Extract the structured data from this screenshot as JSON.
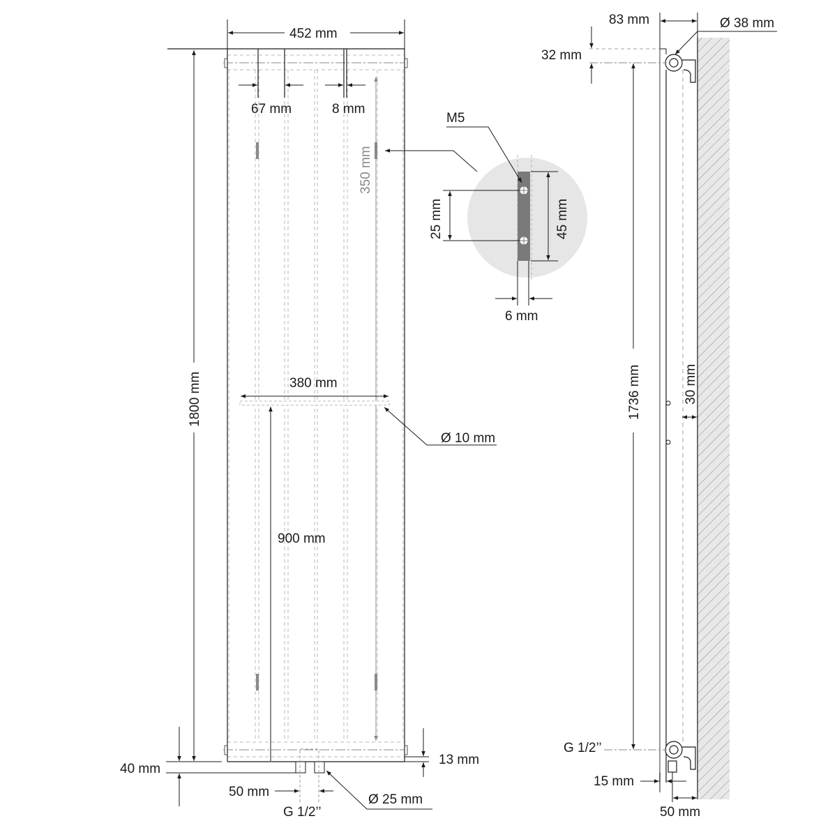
{
  "diagram": {
    "type": "technical-drawing",
    "subject": "vertical panel radiator dimensions",
    "colors": {
      "line": "#1a1a1a",
      "hidden_line": "#b5b5b5",
      "detail_circle": "#e6e6e6",
      "bracket": "#7a7a7a",
      "wall_hatch_bg": "#e8e8e8"
    }
  },
  "front_view": {
    "width_label": "452 mm",
    "height_label": "1800 mm",
    "column_spacing_label": "67 mm",
    "column_width_label": "8 mm",
    "bracket_spacing_label": "350 mm",
    "rail_width_label": "380 mm",
    "rail_height_label": "900 mm",
    "rail_diameter_label": "Ø 10 mm",
    "floor_clearance_label": "40 mm",
    "bottom_offset_label": "13 mm",
    "connection_spacing_label": "50 mm",
    "connection_thread_label": "G 1/2’’",
    "connection_diameter_label": "Ø 25 mm"
  },
  "bracket_detail": {
    "screw_label": "M5",
    "hole_spacing_label": "25 mm",
    "bracket_height_label": "45 mm",
    "bracket_width_label": "6 mm"
  },
  "side_view": {
    "depth_label": "83 mm",
    "pipe_diameter_label": "Ø 38 mm",
    "top_offset_label": "32 mm",
    "axis_distance_label": "1736 mm",
    "wall_gap_label": "30 mm",
    "thread_label": "G 1/2’’",
    "panel_thickness_label": "15 mm",
    "connection_wall_label": "50 mm"
  }
}
